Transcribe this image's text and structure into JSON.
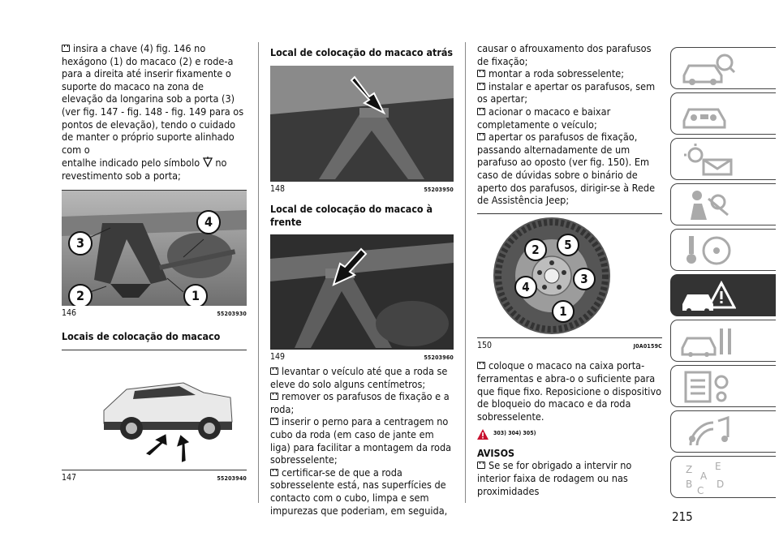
{
  "col1": {
    "para1": "insira a chave (4) fig. 146 no hexágono (1) do macaco (2) e rode-a para a direita até inserir fixamente o suporte do macaco na zona de elevação da longarina sob a porta (3) (ver fig. 147 - fig. 148 - fig. 149 para os pontos de elevação), tendo o cuidado de manter o próprio suporte alinhado com o",
    "para1_b": "entalhe indicado pelo símbolo",
    "para1_c": "no revestimento sob a porta;",
    "fig146_num": "146",
    "fig146_code": "55203930",
    "fig146_callouts": [
      "3",
      "4",
      "2",
      "1"
    ],
    "heading_locais": "Locais de colocação do macaco",
    "fig147_num": "147",
    "fig147_code": "55203940"
  },
  "col2": {
    "heading_atras": "Local de colocação do macaco atrás",
    "fig148_num": "148",
    "fig148_code": "55203950",
    "heading_frente": "Local de colocação do macaco à frente",
    "fig149_num": "149",
    "fig149_code": "55203960",
    "bullets": [
      "levantar o veículo até que a roda se eleve do solo alguns centímetros;",
      "remover os parafusos de fixação e a roda;",
      "inserir o perno para a centragem no cubo da roda (em caso de jante em liga) para facilitar a montagem da roda sobresselente;",
      "certificar-se de que a roda sobresselente está, nas superfícies de contacto com o cubo, limpa e sem impurezas que poderiam, em seguida,"
    ]
  },
  "col3": {
    "cont": "causar o afrouxamento dos parafusos de fixação;",
    "bullets": [
      "montar a roda sobresselente;",
      "instalar e apertar os parafusos, sem os apertar;",
      "acionar o macaco e baixar completamente o veículo;",
      "apertar os parafusos de fixação, passando alternadamente de um parafuso ao oposto (ver fig. 150). Em caso de dúvidas sobre o binário de aperto dos parafusos, dirigir-se à Rede de Assistência Jeep;"
    ],
    "fig150_num": "150",
    "fig150_code": "J0A0159C",
    "fig150_callouts": [
      "2",
      "5",
      "3",
      "4",
      "1"
    ],
    "bullet_after": "coloque o macaco na caixa porta-ferramentas e abra-o o suficiente para que fique fixo. Reposicione o dispositivo de bloqueio do macaco e da roda sobresselente.",
    "warn_refs": "303)   304)   305)",
    "avisos_heading": "AVISOS",
    "avisos_bullet": "Se se for obrigado a intervir no interior faixa de rodagem ou nas proximidades"
  },
  "page_number": "215",
  "sidebar_tabs": [
    {
      "icon": "car-info-icon"
    },
    {
      "icon": "car-dashboard-icon"
    },
    {
      "icon": "warning-light-message-icon"
    },
    {
      "icon": "airbag-safety-icon"
    },
    {
      "icon": "starting-driving-icon"
    },
    {
      "icon": "emergency-car-icon",
      "active": true
    },
    {
      "icon": "maintenance-tools-icon"
    },
    {
      "icon": "technical-data-icon"
    },
    {
      "icon": "multimedia-icon"
    },
    {
      "icon": "index-icon"
    }
  ]
}
